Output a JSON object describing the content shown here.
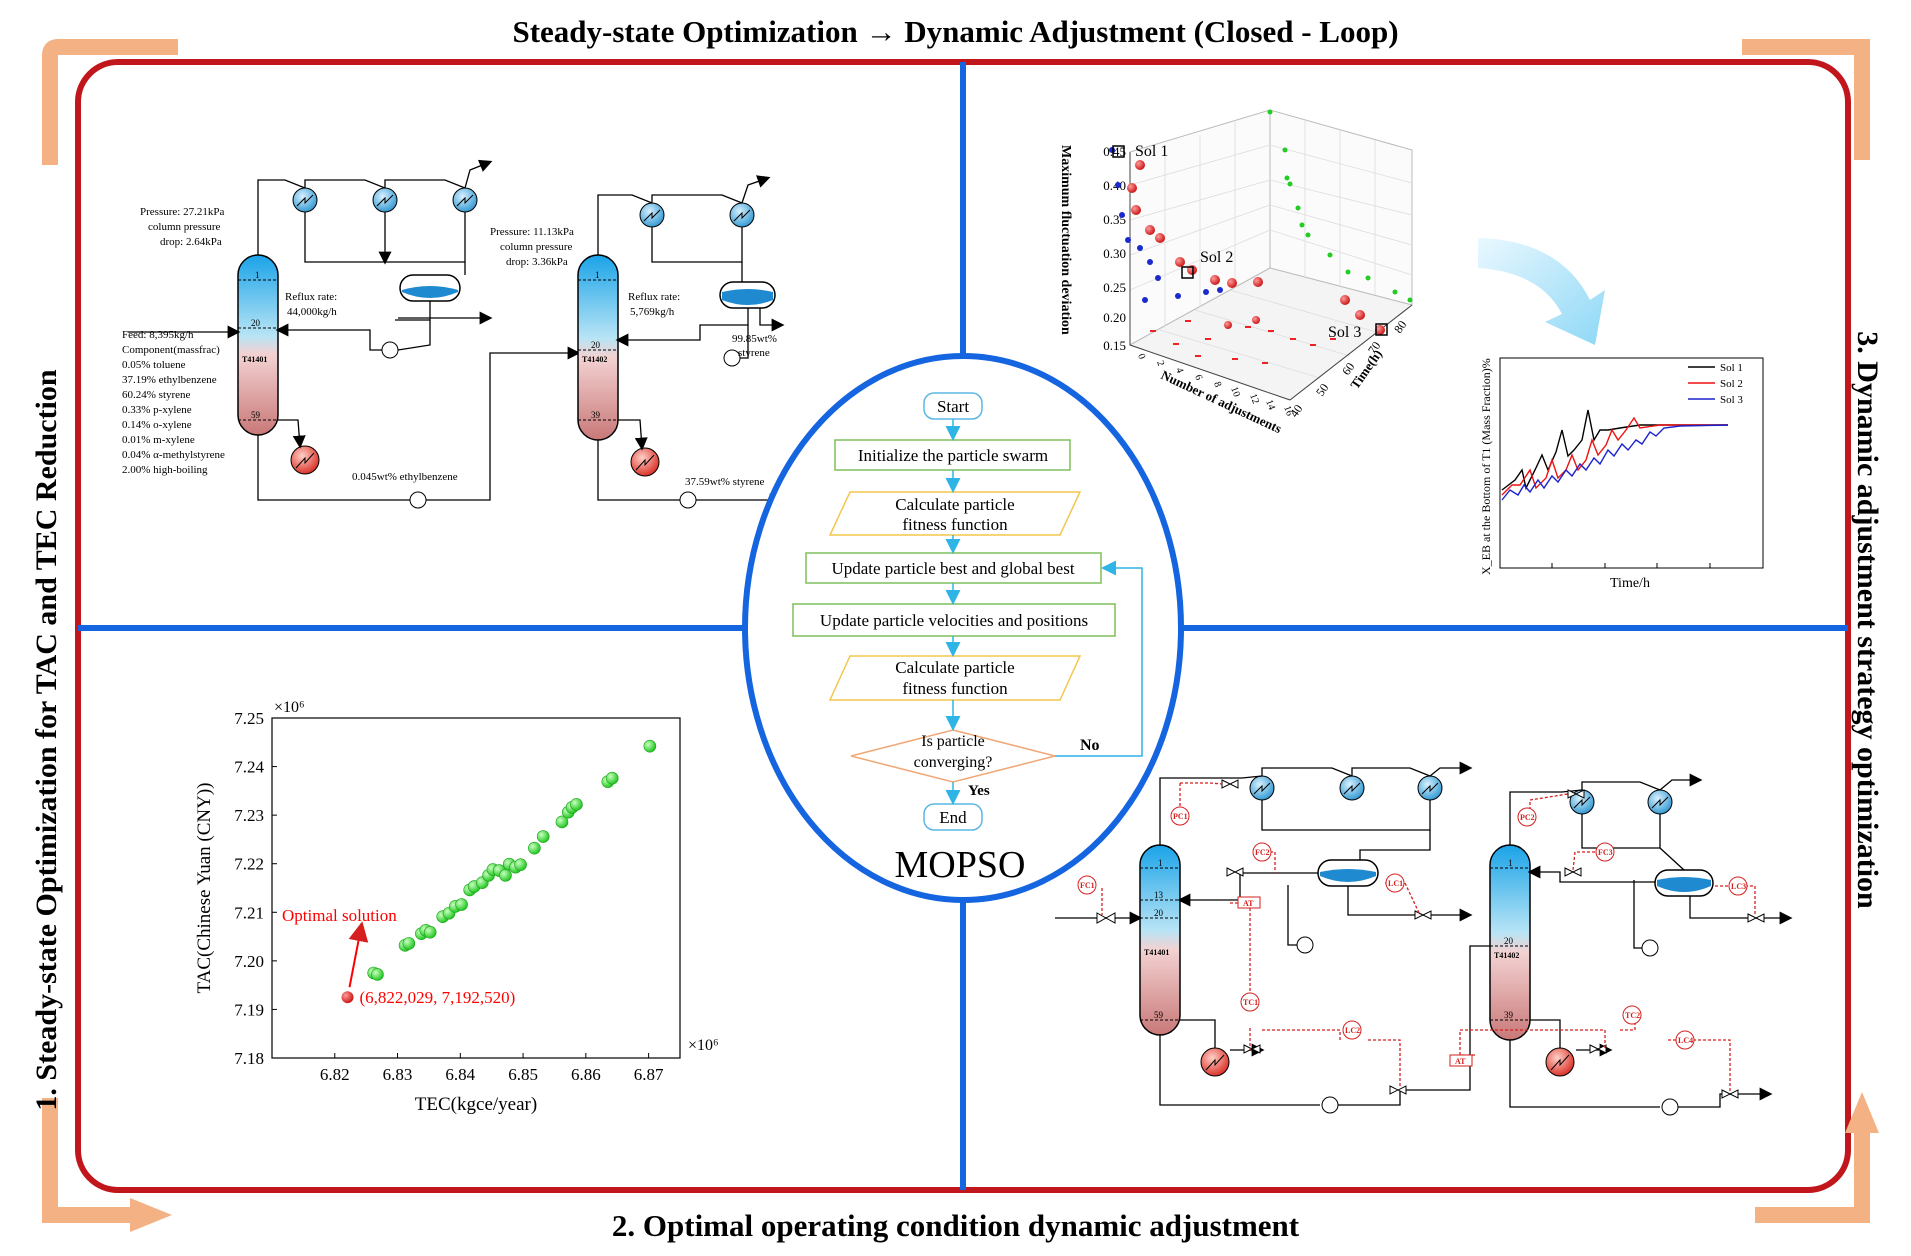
{
  "titles": {
    "top": "Steady-state Optimization → Dynamic Adjustment (Closed - Loop)",
    "left": "1. Steady-state Optimization for TAC and TEC Reduction",
    "right": "3. Dynamic adjustment strategy optimization",
    "bottom": "2. Optimal operating condition dynamic adjustment"
  },
  "colors": {
    "frame": "#c0161c",
    "divider": "#1565e0",
    "arrow": "#f4b183",
    "column_top": "#29a9e6",
    "column_bottom": "#d98b8b",
    "flow_border": "#5ab7e6",
    "green_box": "#7dbf5b",
    "yellow_box": "#f3c64c",
    "orange_box": "#f0a877",
    "control": "#d61f1f"
  },
  "process_top_left": {
    "col1": {
      "pressure_lines": [
        "Pressure: 27.21kPa",
        "column pressure",
        "drop: 2.64kPa"
      ],
      "tag": "T41401",
      "trays": [
        "1",
        "20",
        "59"
      ],
      "reflux_lines": [
        "Reflux rate:",
        "44,000kg/h"
      ],
      "feed_lines": [
        "Feed: 8,395kg/h",
        "Component(massfrac)",
        "0.05% toluene",
        "37.19% ethylbenzene",
        "60.24% styrene",
        "0.33% p-xylene",
        "0.14% o-xylene",
        "0.01% m-xylene",
        "0.04% α-methylstyrene",
        "2.00% high-boiling"
      ],
      "bottom_label": "0.045wt% ethylbenzene"
    },
    "col2": {
      "pressure_lines": [
        "Pressure: 11.13kPa",
        "column pressure",
        "drop: 3.36kPa"
      ],
      "tag": "T41402",
      "trays": [
        "1",
        "20",
        "39"
      ],
      "reflux_lines": [
        "Reflux rate:",
        "5,769kg/h"
      ],
      "product_lines": [
        "99.85wt%",
        "styrene"
      ],
      "bottom_label": "37.59wt% styrene"
    }
  },
  "scatter3d": {
    "zlabel": "Maximum fluctuation deviation",
    "xlabel": "Number of adjustments",
    "ylabel": "Time(h)",
    "z_ticks": [
      "0.45",
      "0.40",
      "0.35",
      "0.30",
      "0.25",
      "0.20",
      "0.15"
    ],
    "x_ticks": [
      "0",
      "2",
      "4",
      "6",
      "8",
      "10",
      "12",
      "14",
      "16"
    ],
    "y_ticks": [
      "40",
      "50",
      "60",
      "70",
      "80"
    ],
    "sol_labels": [
      "Sol 1",
      "Sol 2",
      "Sol 3"
    ]
  },
  "dynamic_plot": {
    "ylabel": "X_EB at the Bottom of T1 (Mass Fraction)%",
    "xlabel": "Time/h",
    "legend": [
      "Sol 1",
      "Sol 2",
      "Sol 3"
    ]
  },
  "flowchart": {
    "steps": [
      "Start",
      "Initialize the particle swarm",
      "Calculate particle|fitness function",
      "Update particle best and global best",
      "Update particle velocities and positions",
      "Calculate particle|fitness function",
      "Is particle|converging?",
      "End"
    ],
    "no_label": "No",
    "yes_label": "Yes",
    "caption": "MOPSO"
  },
  "chart_data": {
    "type": "scatter",
    "title": "",
    "xlabel": "TEC(kgce/year)",
    "ylabel": "TAC(Chinese Yuan (CNY))",
    "x_multiplier": "×10^6",
    "y_multiplier": "×10^6",
    "xlim": [
      6.81,
      6.875
    ],
    "ylim": [
      7.18,
      7.25
    ],
    "x_ticks": [
      "6.82",
      "6.83",
      "6.84",
      "6.85",
      "6.86",
      "6.87"
    ],
    "y_ticks": [
      "7.18",
      "7.19",
      "7.20",
      "7.21",
      "7.22",
      "7.23",
      "7.24",
      "7.25"
    ],
    "series": [
      {
        "color": "#22dd22",
        "x": [
          6.8262,
          6.8268,
          6.8312,
          6.8318,
          6.8338,
          6.8345,
          6.8352,
          6.8372,
          6.8382,
          6.8392,
          6.8402,
          6.8415,
          6.8422,
          6.8435,
          6.8445,
          6.8452,
          6.8462,
          6.8472,
          6.8478,
          6.8488,
          6.8496,
          6.8518,
          6.8532,
          6.8562,
          6.8572,
          6.8578,
          6.8585,
          6.8635,
          6.8642,
          6.8702
        ],
        "y": [
          7.1975,
          7.1972,
          7.2032,
          7.2036,
          7.2056,
          7.2063,
          7.2059,
          7.2091,
          7.2098,
          7.2112,
          7.2116,
          7.2146,
          7.2153,
          7.2161,
          7.2176,
          7.2188,
          7.2186,
          7.2176,
          7.2199,
          7.2193,
          7.2198,
          7.2232,
          7.2256,
          7.2286,
          7.2306,
          7.2316,
          7.2322,
          7.2369,
          7.2376,
          7.2442
        ]
      }
    ],
    "optimal": {
      "x": 6.822029,
      "y": 7.19252,
      "color": "#ff0000"
    },
    "annotation_label": "Optimal solution",
    "annotation_value": "(6,822,029, 7,192,520)",
    "x_multiplier_label": "×10⁶",
    "y_multiplier_label": "×10⁶"
  },
  "process_bottom_right": {
    "col1": {
      "tag": "T41401",
      "trays": [
        "1",
        "13",
        "20",
        "59"
      ]
    },
    "col2": {
      "tag": "T41402",
      "trays": [
        "1",
        "20",
        "39"
      ]
    },
    "controllers_left": [
      "PC1",
      "FC1",
      "FC2",
      "LC1",
      "AT",
      "TC1",
      "LC2"
    ],
    "controllers_right": [
      "PC2",
      "FC3",
      "LC3",
      "TC2",
      "AT",
      "LC4"
    ]
  }
}
